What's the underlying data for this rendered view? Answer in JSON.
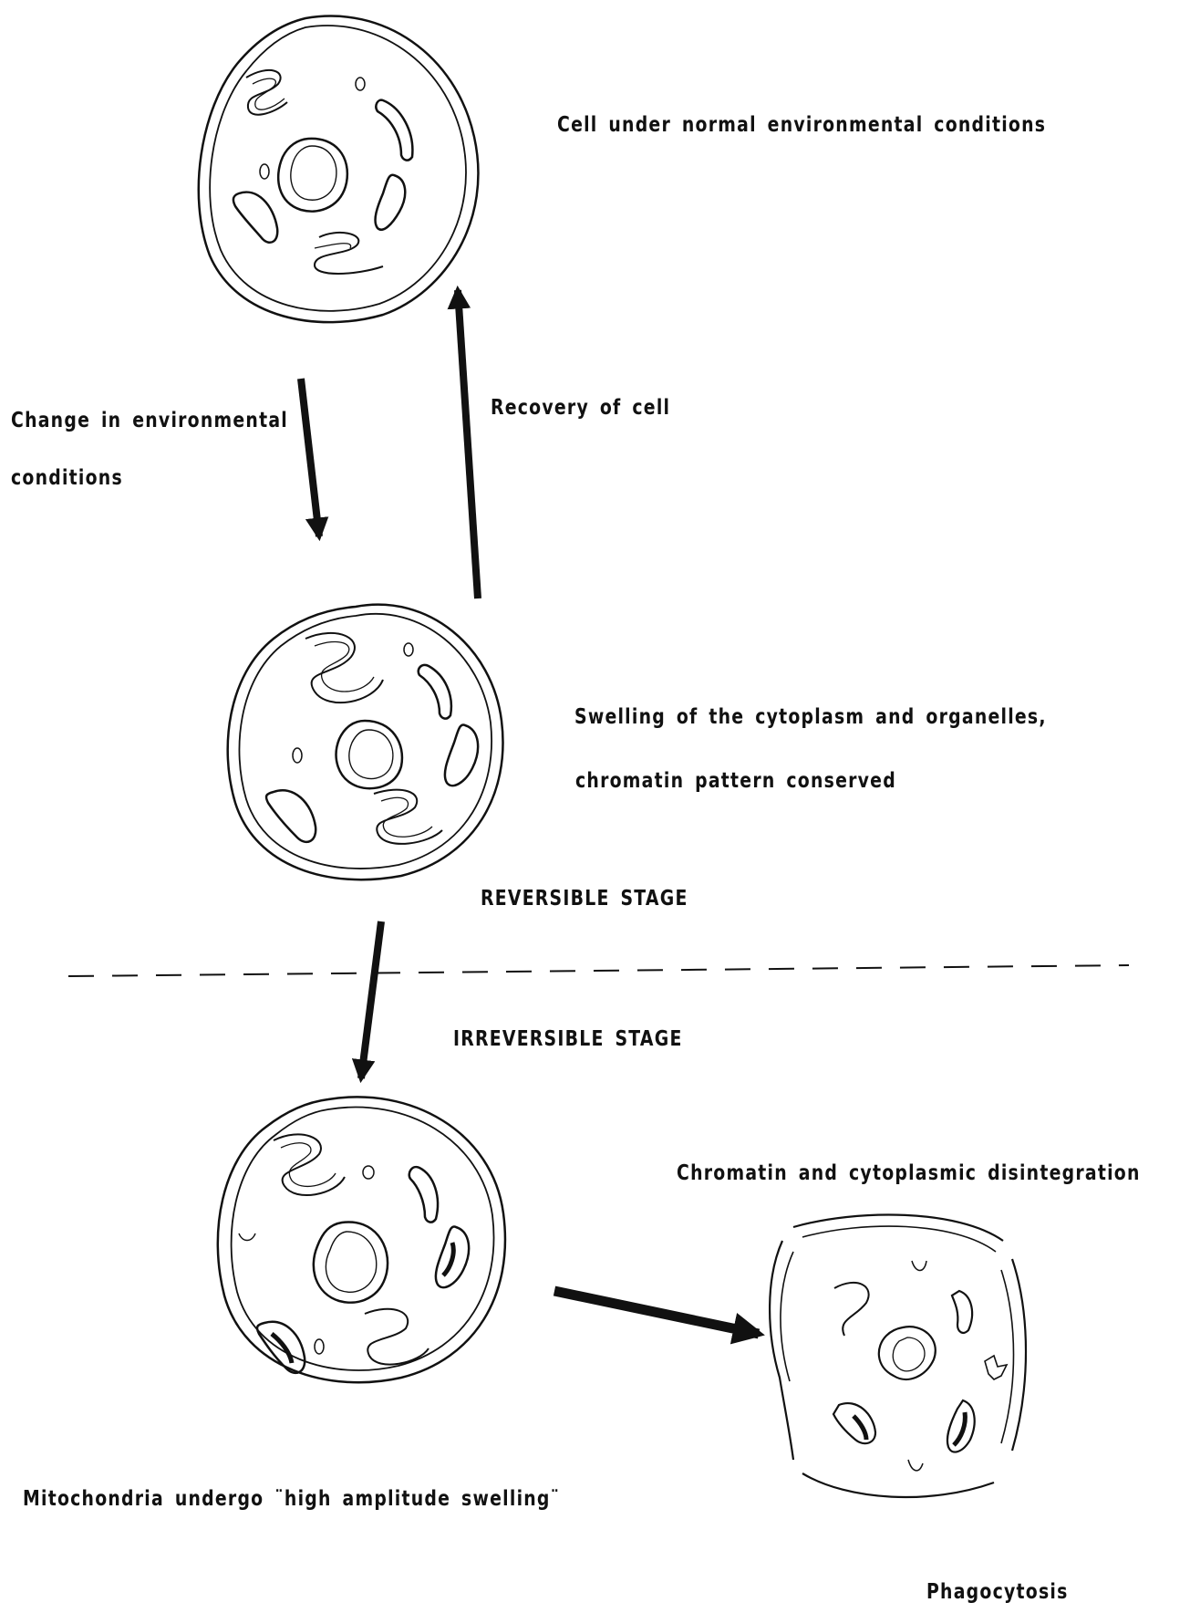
{
  "labels": {
    "normal_cell": "Cell  under normal environmental  conditions",
    "change_line1": "Change in environmental",
    "change_line2": "conditions",
    "recovery": "Recovery  of cell",
    "swelling_line1": "Swelling  of the  cytoplasm   and  organelles,",
    "swelling_line2": "chromatin  pattern  conserved",
    "reversible": "REVERSIBLE  STAGE",
    "irreversible": "IRREVERSIBLE  STAGE",
    "disintegration": "Chromatin  and  cytoplasmic  disintegration",
    "mitochondria": "Mitochondria  undergo ¨high  amplitude  swelling¨",
    "phagocytosis": "Phagocytosis"
  },
  "colors": {
    "ink": "#111111",
    "paper": "#ffffff"
  }
}
